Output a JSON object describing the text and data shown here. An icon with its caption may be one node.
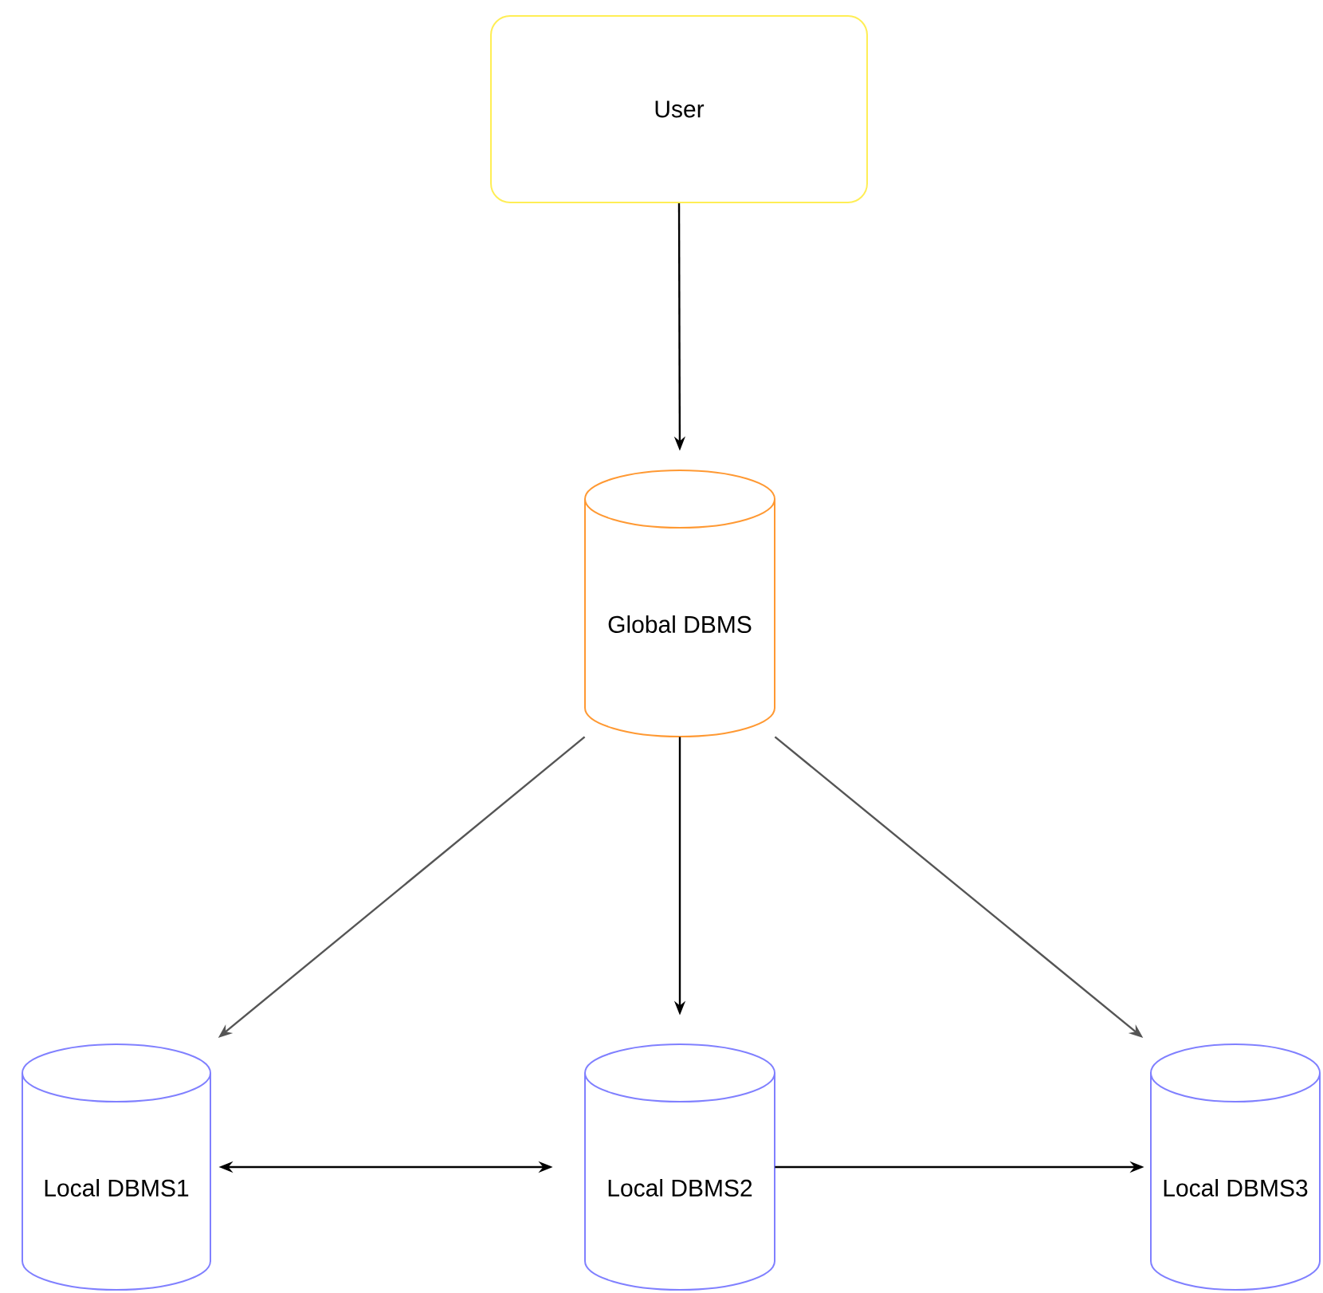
{
  "diagram": {
    "nodes": [
      {
        "text": [
          "User"
        ]
      },
      {
        "text": [
          "Global DBMS"
        ]
      },
      {
        "text": [
          "Local DBMS1"
        ]
      },
      {
        "text": [
          "Local DBMS2"
        ]
      },
      {
        "text": [
          "Local DBMS3"
        ]
      }
    ],
    "edges": [
      {
        "from": 0,
        "to": 1,
        "arrow": "to"
      },
      {
        "from": 1,
        "to": 2,
        "arrow": "to",
        "color": "#555555"
      },
      {
        "from": 1,
        "to": 3,
        "arrow": "to"
      },
      {
        "from": 1,
        "to": 4,
        "arrow": "to",
        "color": "#555555"
      },
      {
        "from": 2,
        "to": 3,
        "arrow": "both"
      },
      {
        "from": 3,
        "to": 4,
        "arrow": "to"
      }
    ]
  }
}
